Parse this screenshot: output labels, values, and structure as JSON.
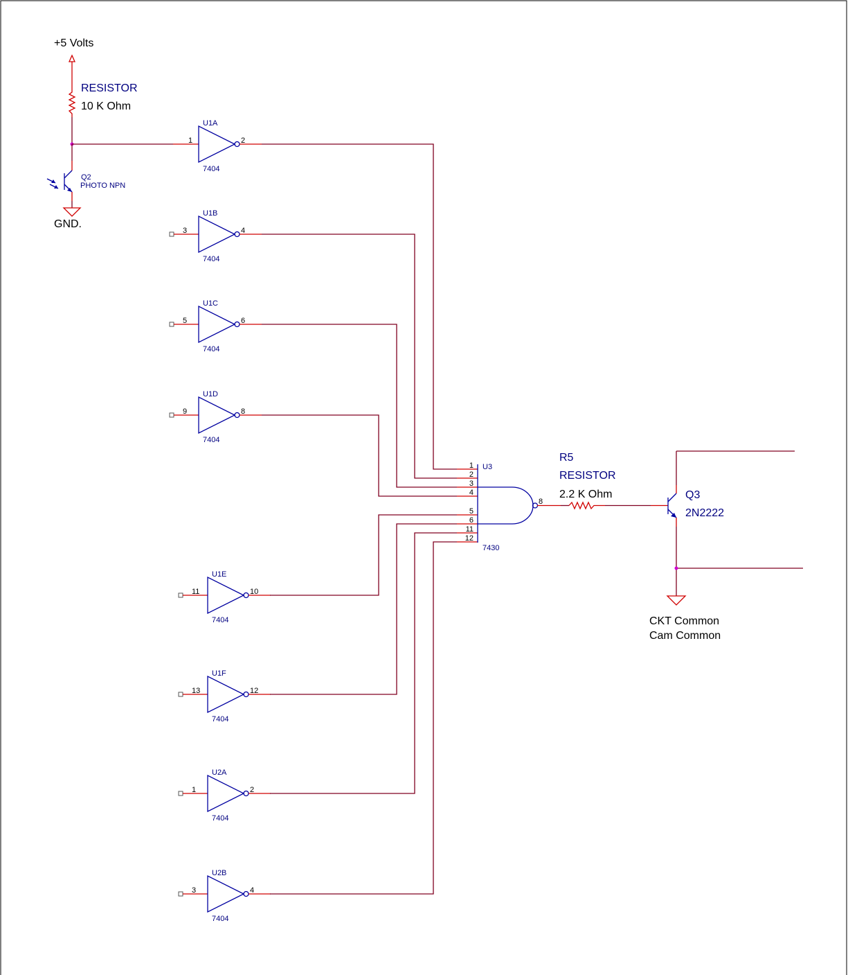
{
  "supply": {
    "label": "+5 Volts"
  },
  "pullup": {
    "name": "RESISTOR",
    "value": "10 K Ohm"
  },
  "photo": {
    "ref": "Q2",
    "type": "PHOTO NPN"
  },
  "ground": {
    "label": "GND."
  },
  "inverters": [
    {
      "ref": "U1A",
      "part": "7404",
      "in_pin": "1",
      "out_pin": "2"
    },
    {
      "ref": "U1B",
      "part": "7404",
      "in_pin": "3",
      "out_pin": "4"
    },
    {
      "ref": "U1C",
      "part": "7404",
      "in_pin": "5",
      "out_pin": "6"
    },
    {
      "ref": "U1D",
      "part": "7404",
      "in_pin": "9",
      "out_pin": "8"
    },
    {
      "ref": "U1E",
      "part": "7404",
      "in_pin": "11",
      "out_pin": "10"
    },
    {
      "ref": "U1F",
      "part": "7404",
      "in_pin": "13",
      "out_pin": "12"
    },
    {
      "ref": "U2A",
      "part": "7404",
      "in_pin": "1",
      "out_pin": "2"
    },
    {
      "ref": "U2B",
      "part": "7404",
      "in_pin": "3",
      "out_pin": "4"
    }
  ],
  "nand": {
    "ref": "U3",
    "part": "7430",
    "inputs": [
      "1",
      "2",
      "3",
      "4",
      "5",
      "6",
      "11",
      "12"
    ],
    "out_pin": "8"
  },
  "base_resistor": {
    "ref": "R5",
    "name": "RESISTOR",
    "value": "2.2 K Ohm"
  },
  "transistor": {
    "ref": "Q3",
    "part": "2N2222"
  },
  "common": {
    "line1": "CKT Common",
    "line2": "Cam Common"
  }
}
